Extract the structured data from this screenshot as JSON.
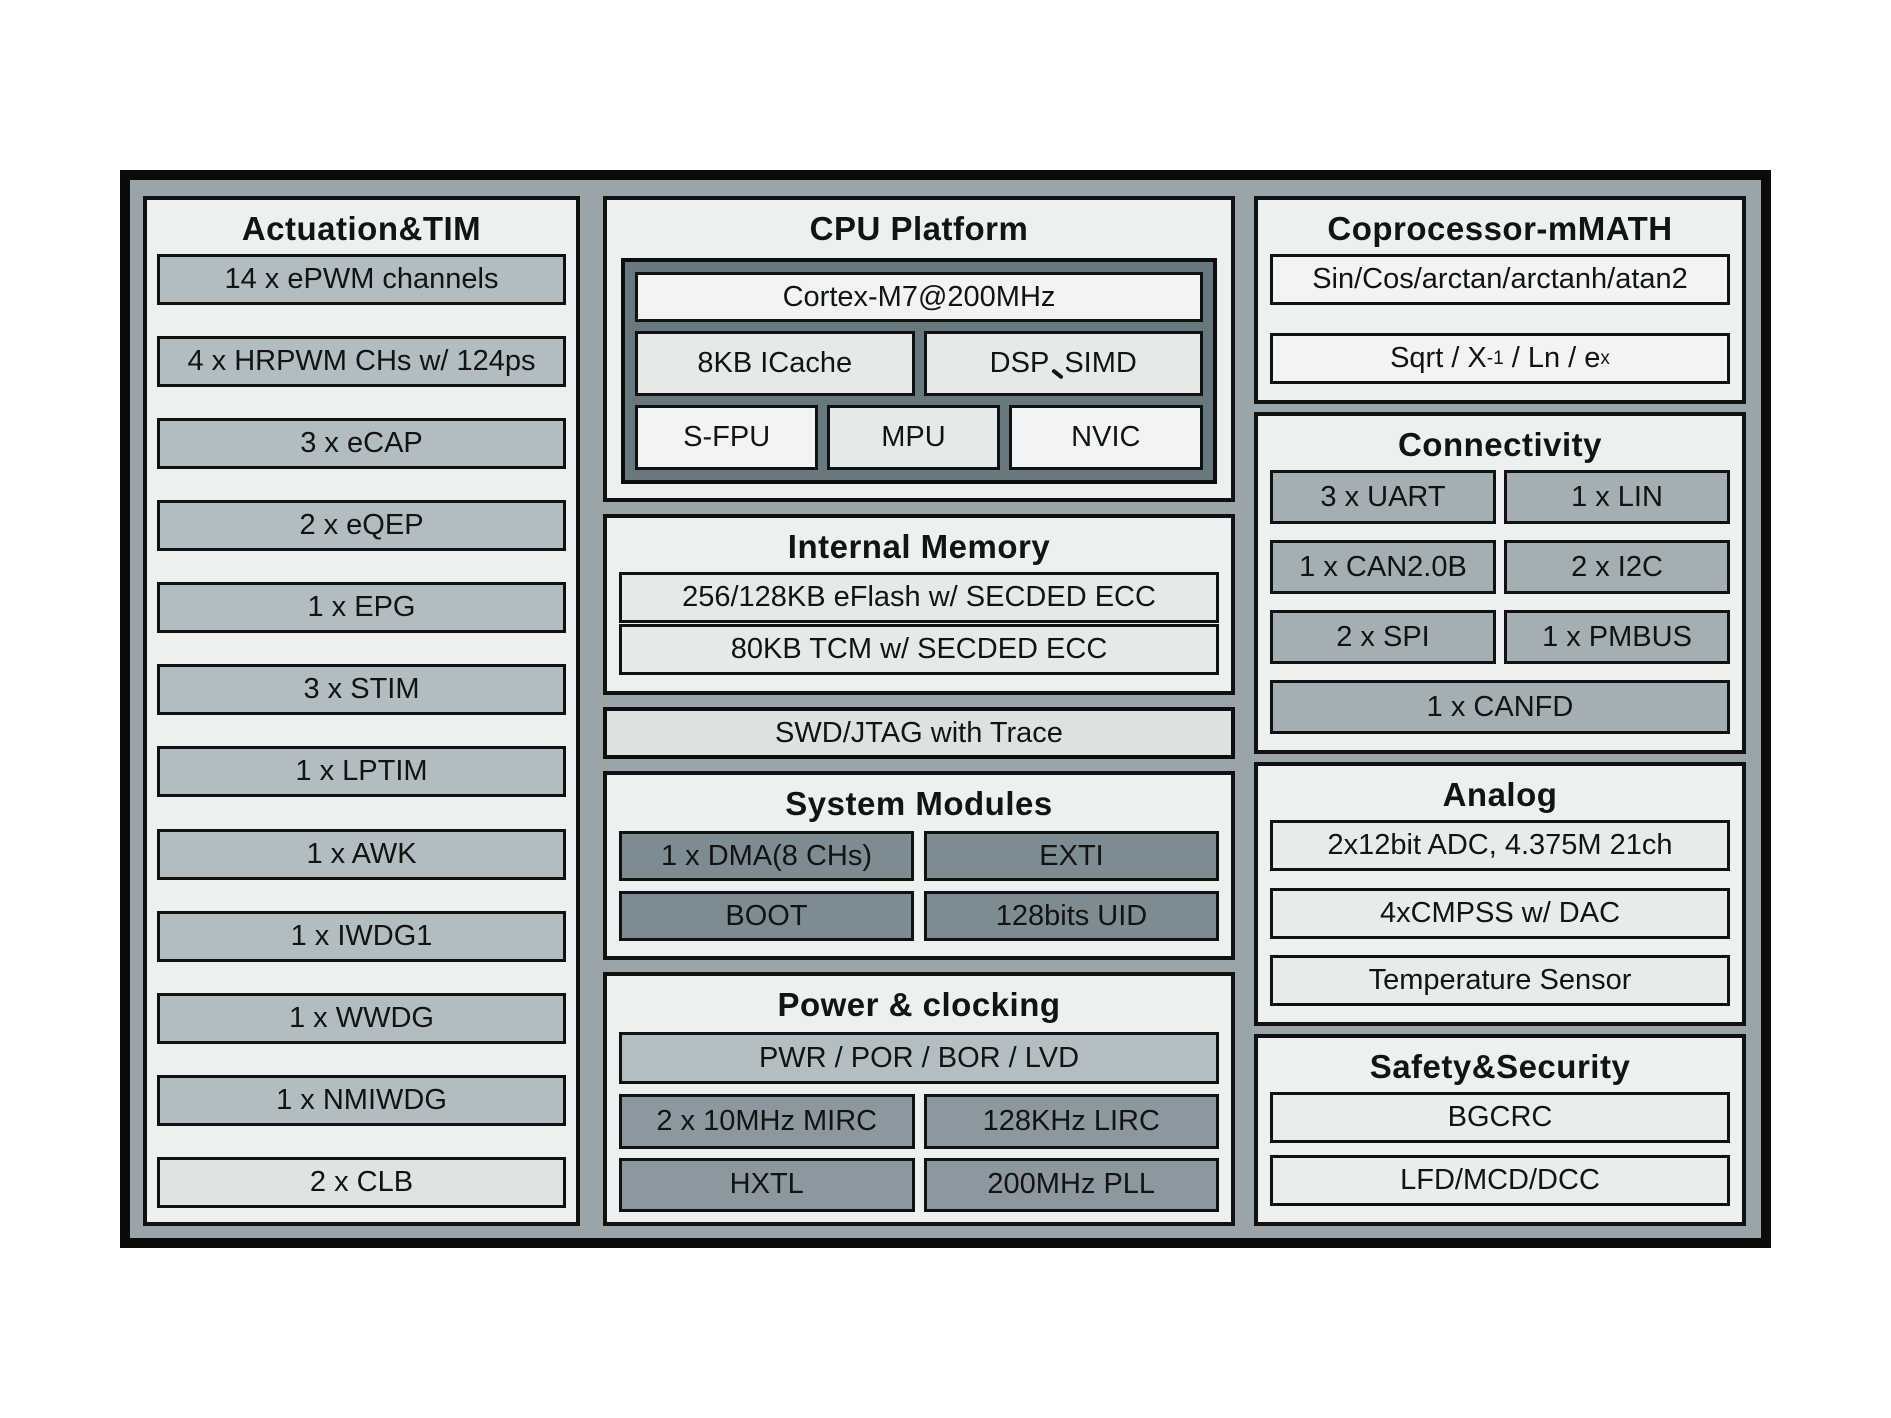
{
  "colors": {
    "frame_fill": "#99a5a9",
    "panel_bg": "#edf0f1",
    "item_medium": "#b1bdc1",
    "item_light": "#dfe3e4",
    "cpu_container": "#68787f",
    "box_white": "#f1f3f4",
    "box_pale": "#e5e9ea",
    "box_dark": "#7d8c93",
    "power_wide": "#b2bec2",
    "power_box": "#8b989f",
    "connectivity_box": "#a3afb3",
    "swd_bar": "#dde1e2"
  },
  "actuation": {
    "title": "Actuation&TIM",
    "items": [
      "14 x ePWM channels",
      "4 x HRPWM CHs w/ 124ps",
      "3 x eCAP",
      "2 x eQEP",
      "1 x EPG",
      "3 x STIM",
      "1 x LPTIM",
      "1 x AWK",
      "1 x IWDG1",
      "1 x WWDG",
      "1 x NMIWDG",
      "2 x CLB"
    ]
  },
  "cpu": {
    "title": "CPU Platform",
    "core": "Cortex-M7@200MHz",
    "icache": "8KB ICache",
    "dsp": "DSP",
    "dsp_separator": "、",
    "simd": "SIMD",
    "sfpu": "S-FPU",
    "mpu": "MPU",
    "nvic": "NVIC"
  },
  "memory": {
    "title": "Internal Memory",
    "items": [
      "256/128KB eFlash w/ SECDED ECC",
      "80KB TCM w/ SECDED ECC"
    ]
  },
  "debug": {
    "label": "SWD/JTAG with Trace"
  },
  "system": {
    "title": "System Modules",
    "items": [
      "1 x DMA(8 CHs)",
      "EXTI",
      "BOOT",
      "128bits UID"
    ]
  },
  "power": {
    "title": "Power & clocking",
    "wide": "PWR / POR / BOR / LVD",
    "items": [
      "2 x 10MHz MIRC",
      "128KHz LIRC",
      "HXTL",
      "200MHz PLL"
    ]
  },
  "coprocessor": {
    "title": "Coprocessor-mMATH",
    "trig": "Sin/Cos/arctan/arctanh/atan2",
    "sqrt": {
      "base1": "Sqrt / X",
      "sup1": "-1",
      "base2": " / Ln / e",
      "sup2": "x"
    }
  },
  "connectivity": {
    "title": "Connectivity",
    "items": [
      "3 x UART",
      "1 x LIN",
      "1 x CAN2.0B",
      "2 x I2C",
      "2 x SPI",
      "1 x PMBUS"
    ],
    "wide": "1 x CANFD"
  },
  "analog": {
    "title": "Analog",
    "items": [
      "2x12bit ADC, 4.375M 21ch",
      "4xCMPSS w/ DAC",
      "Temperature Sensor"
    ]
  },
  "safety": {
    "title": "Safety&Security",
    "items": [
      "BGCRC",
      "LFD/MCD/DCC"
    ]
  }
}
